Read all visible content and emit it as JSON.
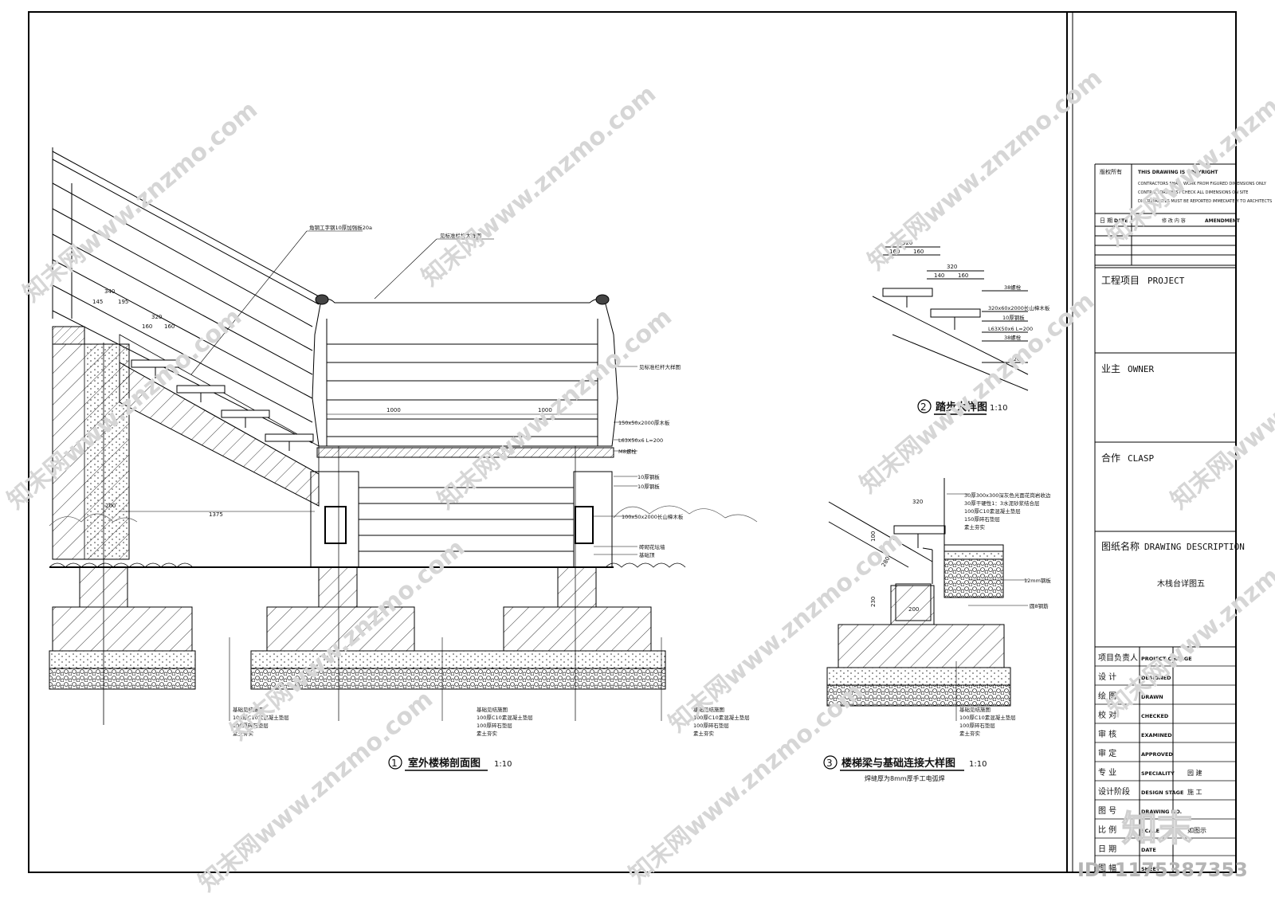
{
  "drawings": {
    "d1": {
      "num": "1",
      "title": "室外楼梯剖面图",
      "scale": "1:10"
    },
    "d2": {
      "num": "2",
      "title": "踏步大样图",
      "scale": "1:10"
    },
    "d3": {
      "num": "3",
      "title": "楼梯梁与基础连接大样图",
      "scale": "1:10",
      "subtitle": "焊缝厚为8mm厚手工电弧焊"
    }
  },
  "notes_d1": {
    "steel": "角钢工字钢10厚加强板20a",
    "rail_top": "见标准栏杆大样图",
    "rail_right": "见标准栏杆大样图",
    "plank": "150x50x2000厚木板",
    "angle": "L63X50x6 L=200",
    "bolt": "M8螺栓",
    "plate1": "10厚钢板",
    "plate2": "10厚钢板",
    "beam": "100x50x2000长山樟木板",
    "base1": "砖砌花坛墙",
    "base2": "基础顶",
    "foundation": [
      "基础见结施图",
      "100厚C10素混凝土垫层",
      "100厚碎石垫层",
      "素土夯实"
    ]
  },
  "dims_d1": {
    "d1000a": "1000",
    "d1000b": "1000",
    "d1375": "1375",
    "d200": "200",
    "d340": "340",
    "d145": "145",
    "d195": "195",
    "d320a": "320",
    "d160a": "160",
    "d160b": "160"
  },
  "notes_d2": {
    "dim_total": "320",
    "dim_a": "160",
    "dim_b": "160",
    "dim_total2": "320",
    "dim_c": "140",
    "dim_d": "160",
    "bolt": "38螺栓",
    "plank": "320x60x2000长山樟木板",
    "plate": "10厚钢板",
    "angle": "L63X50x6 L=200",
    "bolt2": "38螺栓",
    "beam": "I20a"
  },
  "notes_d3": {
    "dim_top": "320",
    "lines": [
      "30厚300x300深灰色光面花岗岩收边",
      "30厚干硬性1：3水泥砂浆结合层",
      "100厚C10素混凝土垫层",
      "150厚碎石垫层",
      "素土夯实"
    ],
    "plate": "12mm钢板",
    "rebar": "圆8钢筋",
    "foundation": [
      "基础见结施图",
      "100厚C10素混凝土垫层",
      "100厚碎石垫层",
      "素土夯实"
    ],
    "d100": "100",
    "d280": "280",
    "d230": "230",
    "d200": "200"
  },
  "title_block": {
    "copyright_label": "版权所有",
    "copyright_lines": [
      "THIS DRAWING IS COPYRIGHT",
      "CONTRACTORS SHALL WORK FROM FIGURED DIMENSIONS ONLY",
      "CONTRACTORS MUST CHECK ALL DIMENSIONS ON SITE",
      "DISCREPANCIES MUST BE REPORTED IMMEDIATELY TO ARCHITECTS"
    ],
    "date_label": "日 期",
    "date_en": "DATE",
    "amend_label": "修 改 内 容",
    "amend_en": "AMENDMENT",
    "project_cn": "工程项目",
    "project_en": "PROJECT",
    "owner_cn": "业主",
    "owner_en": "OWNER",
    "clasp_cn": "合作",
    "clasp_en": "CLASP",
    "desc_cn": "图纸名称",
    "desc_en": "DRAWING DESCRIPTION",
    "desc_value": "木栈台详图五",
    "rows": [
      {
        "cn": "项目负责人",
        "en": "PROJECT CHARGE",
        "val": ""
      },
      {
        "cn": "设 计",
        "en": "DESIGNED",
        "val": ""
      },
      {
        "cn": "绘 图",
        "en": "DRAWN",
        "val": ""
      },
      {
        "cn": "校 对",
        "en": "CHECKED",
        "val": ""
      },
      {
        "cn": "审 核",
        "en": "EXAMINED",
        "val": ""
      },
      {
        "cn": "审 定",
        "en": "APPROVED",
        "val": ""
      },
      {
        "cn": "专 业",
        "en": "SPECIALITY",
        "val": "园 建"
      },
      {
        "cn": "设计阶段",
        "en": "DESIGN STAGE",
        "val": "施 工"
      },
      {
        "cn": "图 号",
        "en": "DRAWING NO.",
        "val": ""
      },
      {
        "cn": "比 例",
        "en": "SCALE",
        "val": "如图示"
      },
      {
        "cn": "日 期",
        "en": "DATE",
        "val": ""
      },
      {
        "cn": "图 幅",
        "en": "SHEET",
        "val": ""
      }
    ]
  },
  "watermark": {
    "site": "www.znzmo.com",
    "brand": "知末网",
    "logo": "知末",
    "id": "ID: 1175387353"
  }
}
